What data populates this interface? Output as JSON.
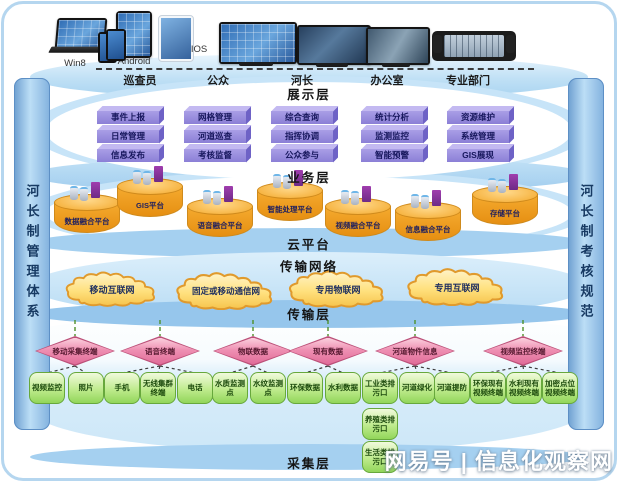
{
  "watermark": "网易号 | 信息化观察网",
  "pillars": {
    "left": "河长制管理体系",
    "right": "河长制考核规范"
  },
  "layer_labels": {
    "display": "展示层",
    "business": "业务层",
    "cloud_platform": "云平台",
    "network": "传输网络",
    "transport": "传输层",
    "collection": "采集层"
  },
  "access": {
    "platforms": [
      "Win8",
      "Android",
      "IOS"
    ],
    "roles": [
      "巡查员",
      "公众",
      "河长",
      "办公室",
      "专业部门"
    ]
  },
  "display_modules": {
    "columns": [
      [
        "事件上报",
        "日常管理",
        "信息发布"
      ],
      [
        "网格管理",
        "河道巡查",
        "考核监督"
      ],
      [
        "综合查询",
        "指挥协调",
        "公众参与"
      ],
      [
        "统计分析",
        "监测监控",
        "智能预警"
      ],
      [
        "资源维护",
        "系统管理",
        "GIS展现"
      ]
    ]
  },
  "platforms": [
    "数据融合平台",
    "GIS平台",
    "语音融合平台",
    "智能处理平台",
    "视频融合平台",
    "信息融合平台",
    "存储平台"
  ],
  "networks": [
    "移动互联网",
    "固定或移动通信网",
    "专用物联网",
    "专用互联网"
  ],
  "collection": {
    "terminals": [
      {
        "label": "移动采集终端",
        "children": [
          "视频监控",
          "照片"
        ]
      },
      {
        "label": "语音终端",
        "children": [
          "手机",
          "无线集群终端",
          "电话"
        ]
      },
      {
        "label": "物联数据",
        "children": [
          "水质监测点",
          "水纹监测点"
        ]
      },
      {
        "label": "现有数据",
        "children": [
          "环保数据",
          "水利数据"
        ]
      },
      {
        "label": "河道物件信息",
        "children": [
          "工业类排污口",
          "河道绿化",
          "河道提防"
        ]
      },
      {
        "label": "视频监控终端",
        "children": [
          "环保现有视频终端",
          "水利现有视频终端",
          "加密点位视频终端"
        ]
      }
    ],
    "extra_outlets": [
      "养殖类排污口",
      "生活类排污口"
    ]
  },
  "colors": {
    "band_light": "#cfe7f9",
    "band_mid": "#a5d0f0",
    "pillar_blue": "#7fb0dc",
    "module_purple": "#8b7fd6",
    "platform_orange": "#f2a32a",
    "cloud_yellow": "#ffdf7e",
    "terminal_pink": "#e87ba3",
    "collector_green": "#a9e06a"
  }
}
